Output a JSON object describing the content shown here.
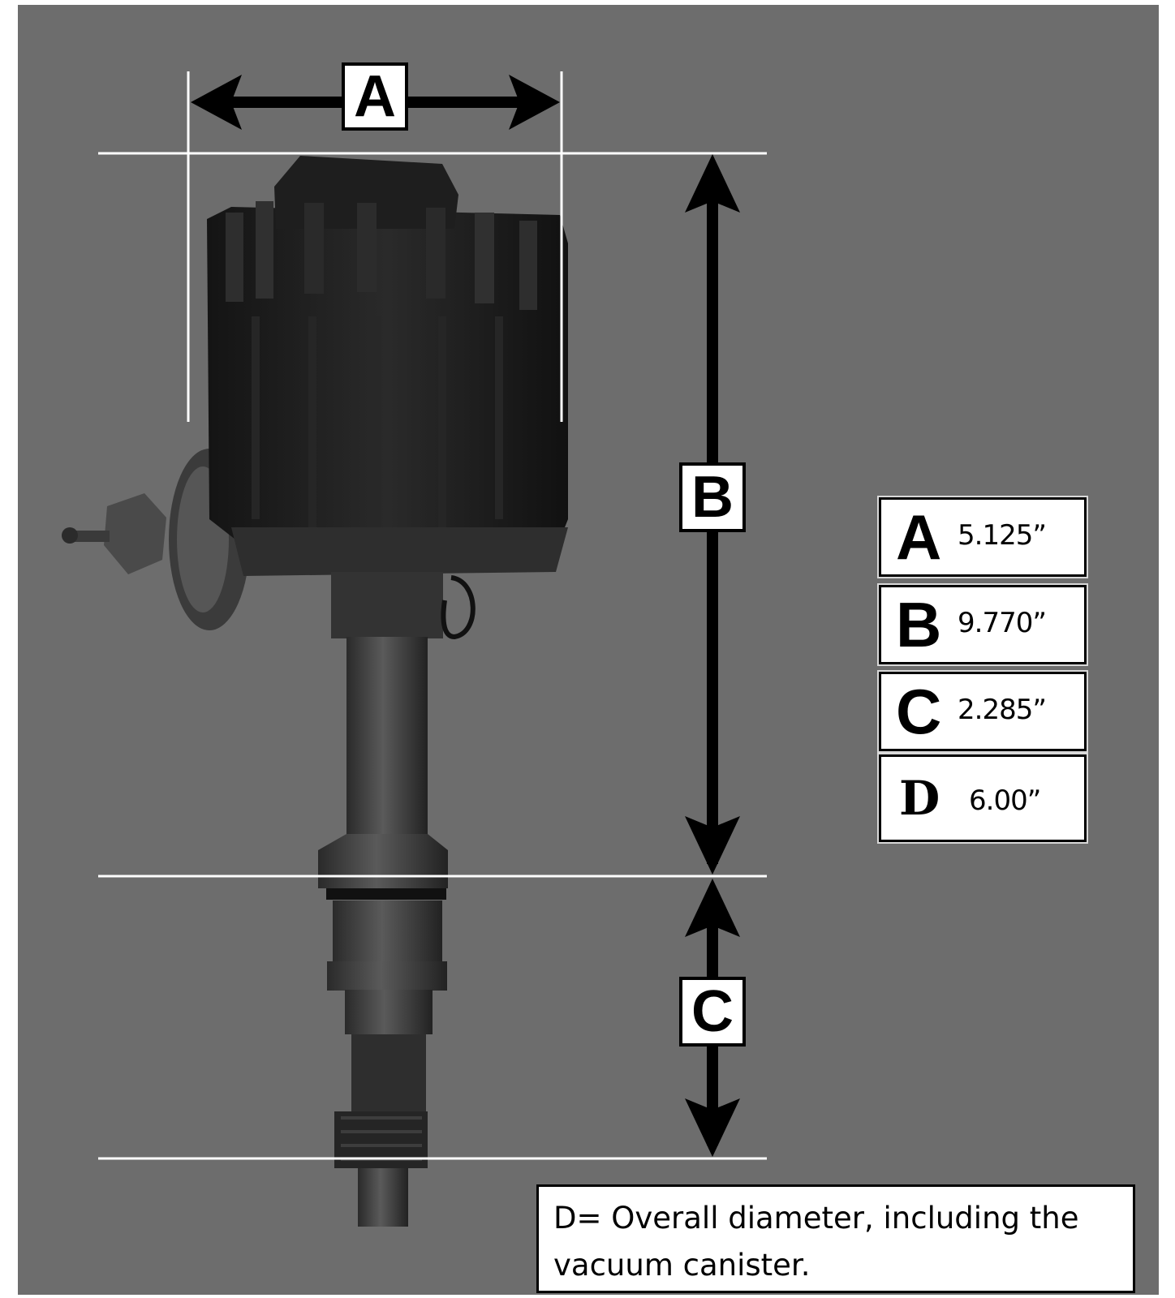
{
  "colors": {
    "background": "#6d6d6d",
    "guide_lines": "#ffffff",
    "arrows": "#000000",
    "part": "#1c1c1c"
  },
  "labels": {
    "a": "A",
    "b": "B",
    "c": "C"
  },
  "spec_table": [
    {
      "letter": "A",
      "value": "5.125”"
    },
    {
      "letter": "B",
      "value": "9.770”"
    },
    {
      "letter": "C",
      "value": "2.285”"
    },
    {
      "letter": "D",
      "value": "6.00”"
    }
  ],
  "note": "D= Overall diameter, including the vacuum canister."
}
